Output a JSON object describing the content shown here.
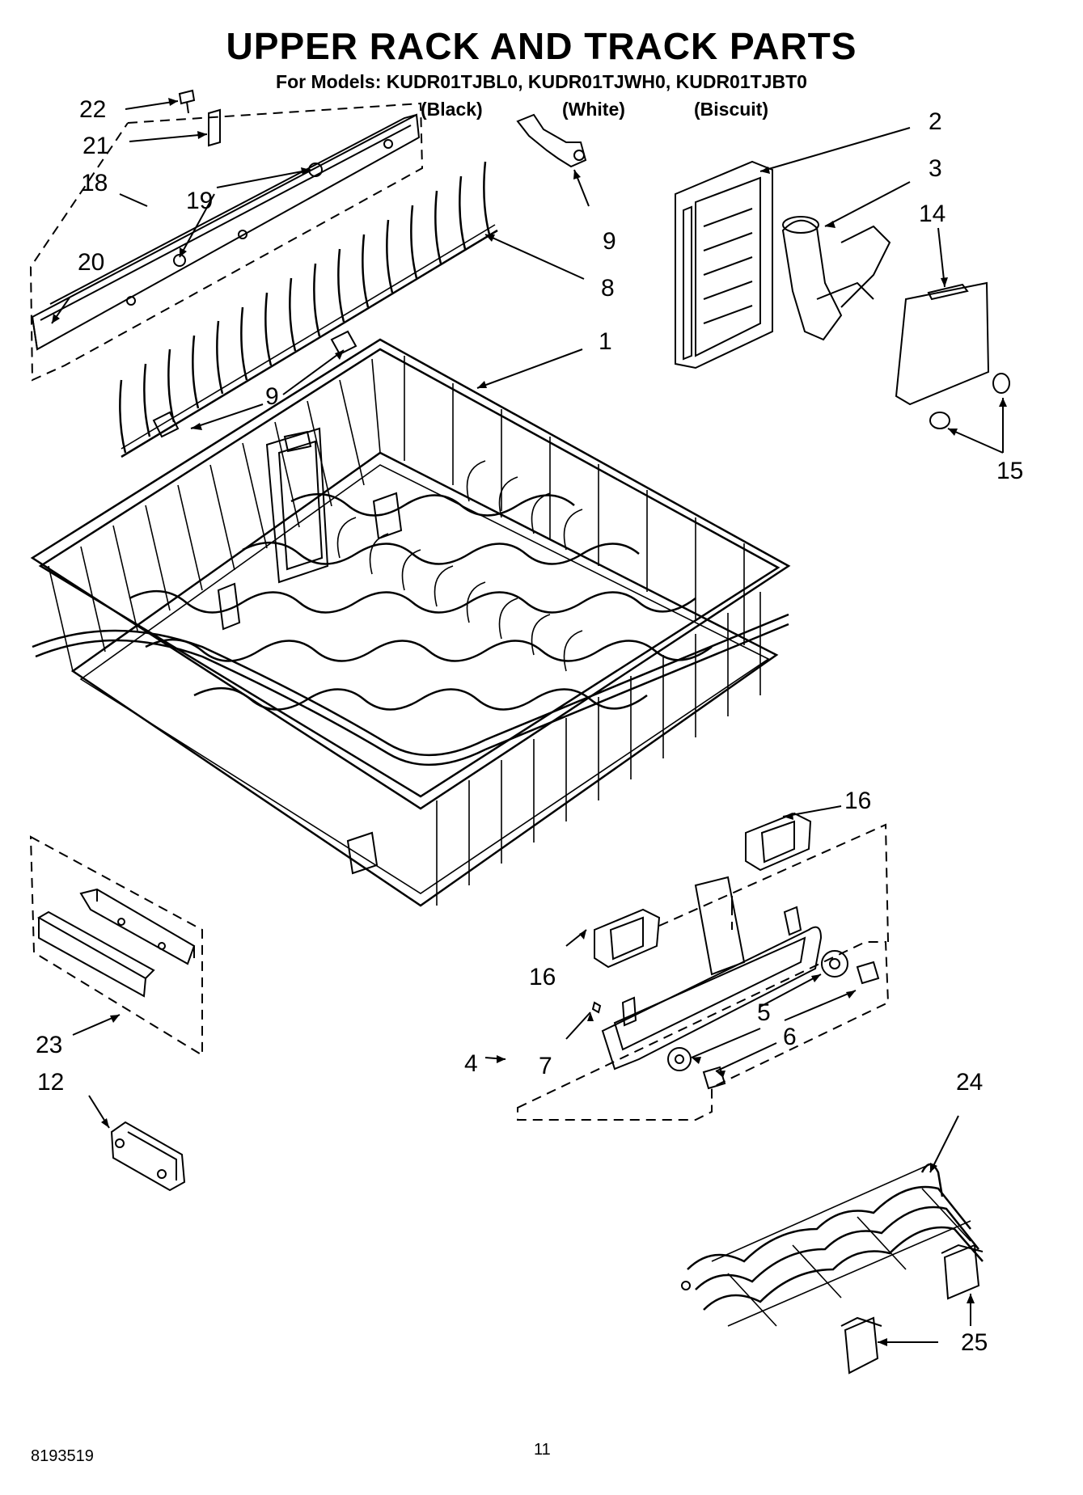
{
  "header": {
    "title": "UPPER RACK AND TRACK PARTS",
    "models_line": "For Models: KUDR01TJBL0, KUDR01TJWH0, KUDR01TJBT0",
    "color_labels": [
      "(Black)",
      "(White)",
      "(Biscuit)"
    ]
  },
  "callouts": {
    "c22": "22",
    "c21": "21",
    "c18": "18",
    "c19": "19",
    "c20": "20",
    "c9a": "9",
    "c9b": "9",
    "c8": "8",
    "c1": "1",
    "c2": "2",
    "c3": "3",
    "c14": "14",
    "c15": "15",
    "c16a": "16",
    "c16b": "16",
    "c5": "5",
    "c6": "6",
    "c7": "7",
    "c4": "4",
    "c23": "23",
    "c12": "12",
    "c24": "24",
    "c25": "25"
  },
  "footer": {
    "doc_number": "8193519",
    "page_number": "11"
  }
}
